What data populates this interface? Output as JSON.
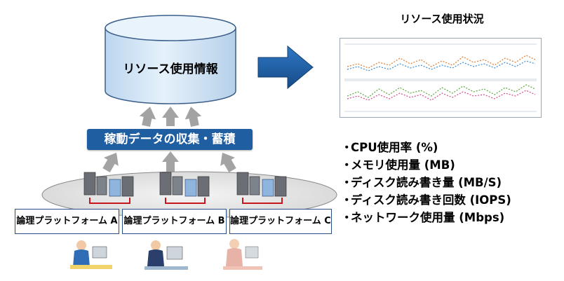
{
  "database": {
    "label": "リソース使用情報"
  },
  "collection_banner": {
    "label": "稼動データの収集・蓄積"
  },
  "platforms": [
    {
      "label": "論理プラットフォーム A"
    },
    {
      "label": "論理プラットフォーム B"
    },
    {
      "label": "論理プラットフォーム C"
    }
  ],
  "usage": {
    "title": "リソース使用状況",
    "metrics": [
      "CPU使用率 (%)",
      "メモリ使用量 (MB)",
      "ディスク読み書き量 (MB/S)",
      "ディスク読み書き回数 (IOPS)",
      "ネットワーク使用量 (Mbps)"
    ],
    "bullet": "・"
  },
  "colors": {
    "cylinder": "#d3e6f7",
    "banner": "#1f5ea1",
    "arrow_gray": "#9a9a9a",
    "arrow_blue": "#1f5ea1"
  }
}
